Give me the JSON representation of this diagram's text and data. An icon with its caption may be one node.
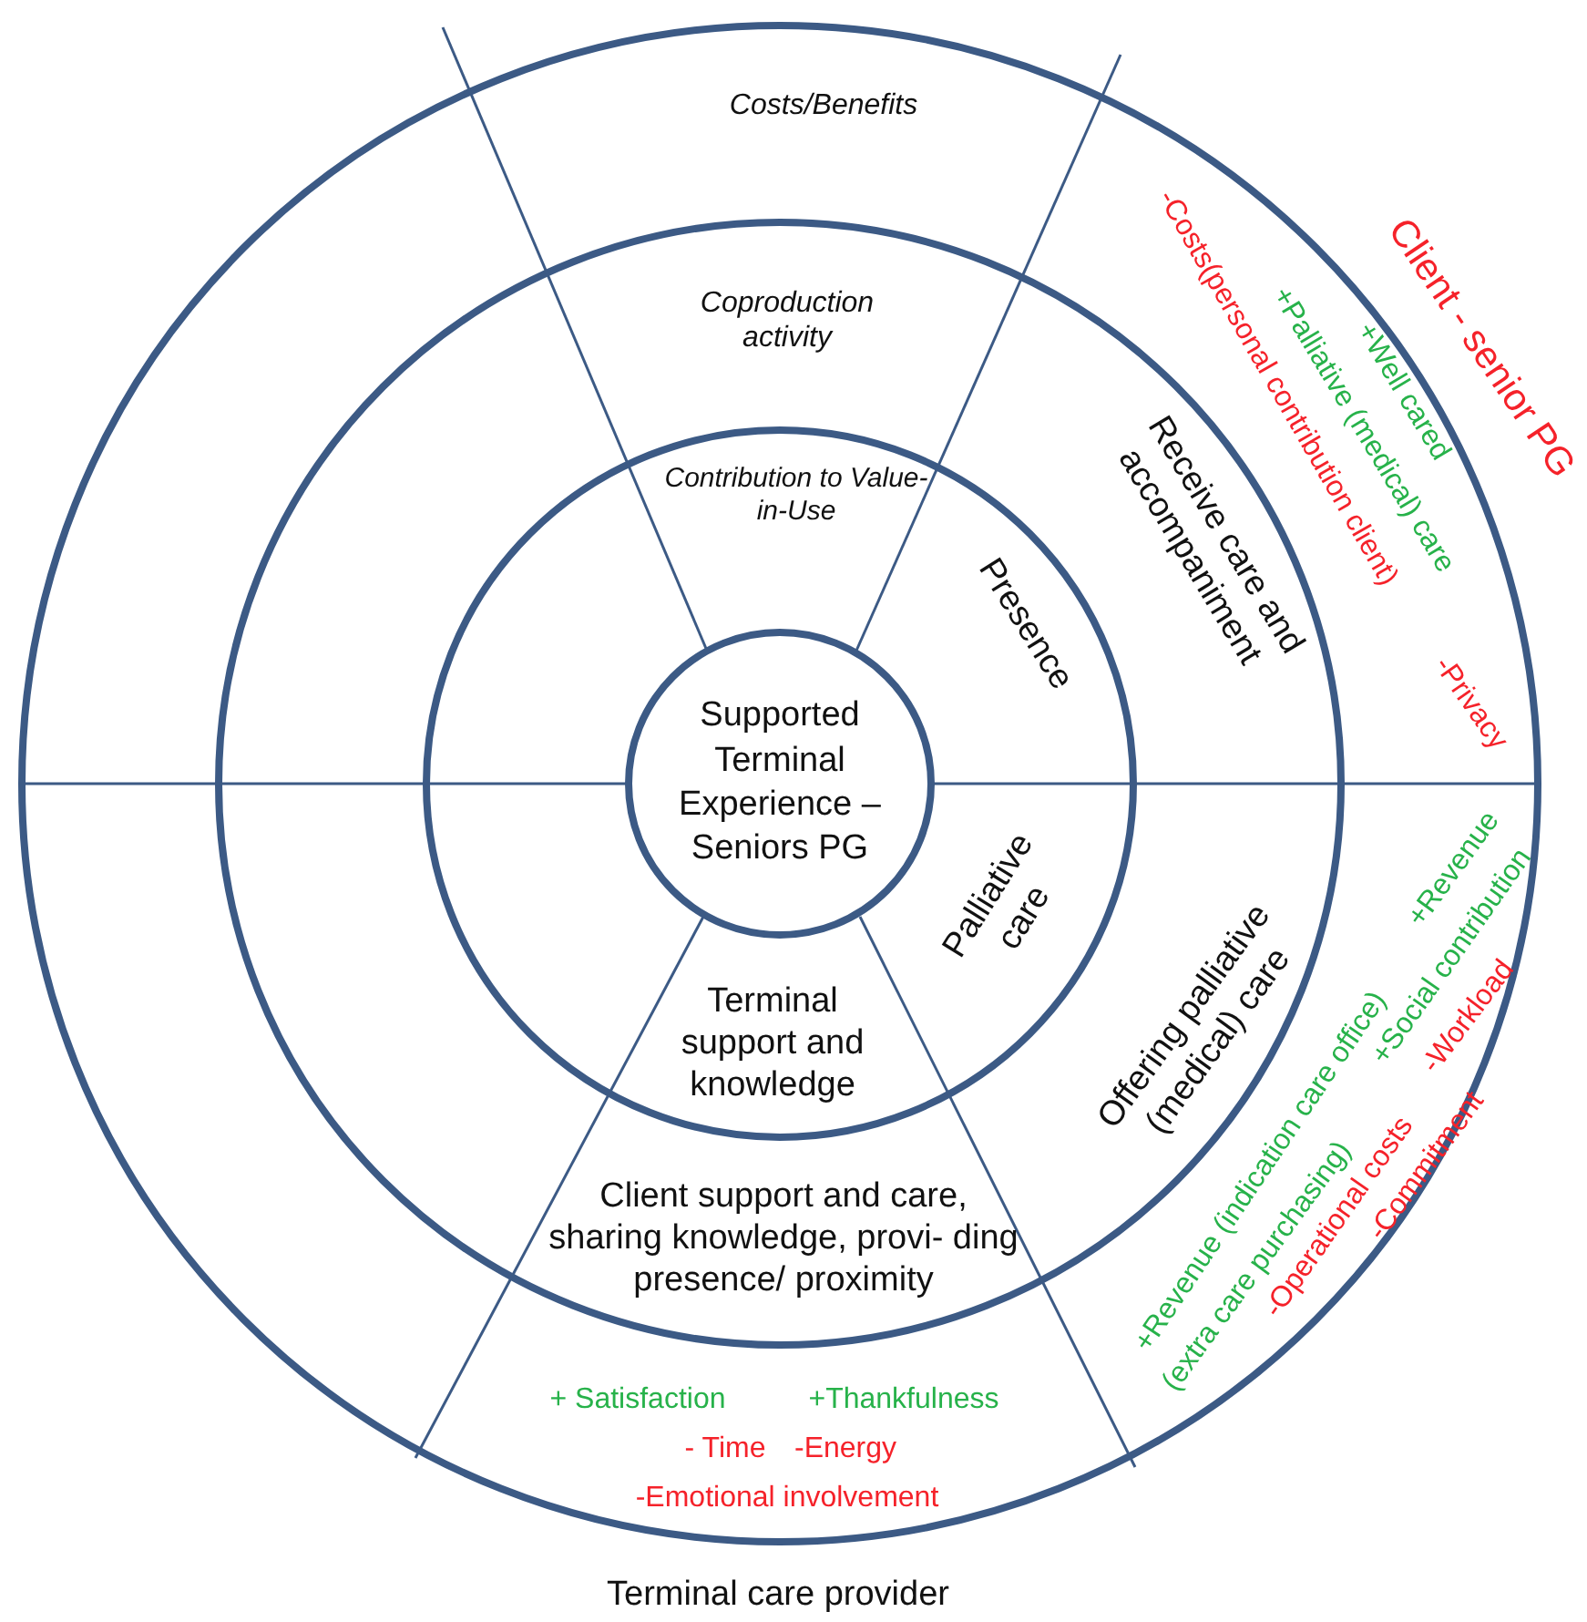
{
  "diagram": {
    "nodes": [
      {
        "text": [
          "Supported Terminal Experience – Seniors PG"
        ]
      }
    ],
    "labels": [
      "Costs/Benefits",
      "Client - senior PG",
      "Coproduction activity",
      "-Costs(personal contribution client)",
      "+Palliative (medical) care",
      "+Well cared",
      "-Privacy",
      "Contribution to Value-in-Use",
      "Receive care and accompaniment",
      "Presence",
      "Palliative care",
      "+Revenue",
      "+Social contribution",
      "-Workload",
      "Offering palliative (medical) care",
      "+Revenue (indication care office)",
      "-Commitment",
      "-Operational costs",
      "Terminal support and knowledge",
      "(extra care purchasing)",
      "Client support and care, sharing knowledge, provi- ding presence/ proximity",
      "+ Satisfaction",
      "+Thankfulness",
      "- Time",
      "-Energy",
      "-Emotional involvement",
      "Terminal care provider"
    ]
  }
}
